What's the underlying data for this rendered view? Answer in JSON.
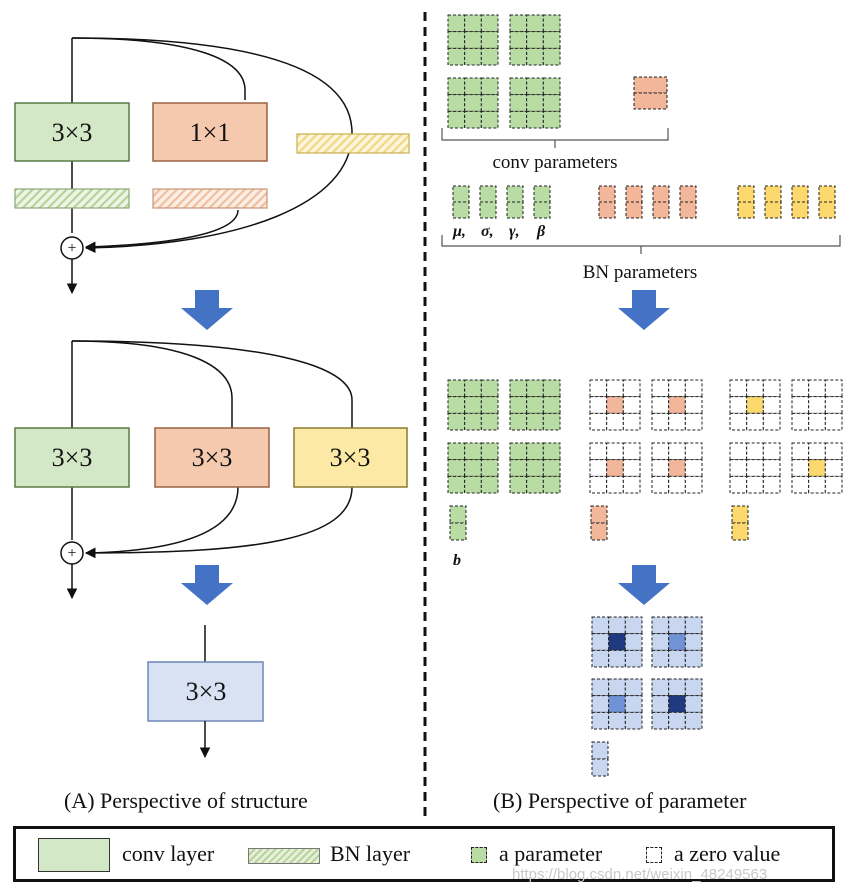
{
  "colors": {
    "conv_green": "#d3e8c6",
    "conv_green_border": "#5a7a47",
    "conv_orange": "#f5c9ae",
    "conv_orange_border": "#9a6244",
    "conv_yellow": "#fde9a6",
    "conv_yellow_border": "#8a7a30",
    "conv_blue": "#d9e2f3",
    "conv_blue_border": "#6d86b8",
    "arrow_blue": "#4472c4",
    "param_green": "#b9dca4",
    "param_orange": "#f2b79a",
    "param_yellow": "#fbd96e",
    "param_blue": "#c9d6ef",
    "param_blue_dark": "#1f3a80",
    "param_blue_mid": "#6f93d6"
  },
  "structure": {
    "block1": {
      "conv_a": "3×3",
      "conv_b": "1×1"
    },
    "block2": {
      "conv_a": "3×3",
      "conv_b": "3×3",
      "conv_c": "3×3"
    },
    "block3": {
      "conv": "3×3"
    },
    "sum_symbol": "+"
  },
  "parameters": {
    "conv_label": "conv parameters",
    "bn_label": "BN parameters",
    "bn_symbols": [
      "μ,",
      "σ,",
      "γ,",
      "β"
    ],
    "bias_label": "b"
  },
  "captions": {
    "structure": "(A) Perspective of structure",
    "parameter": "(B) Perspective of parameter"
  },
  "legend": {
    "conv_layer": "conv layer",
    "bn_layer": "BN layer",
    "a_parameter": "a parameter",
    "zero_value": "a zero value"
  },
  "watermark": "https://blog.csdn.net/weixin_48249563"
}
